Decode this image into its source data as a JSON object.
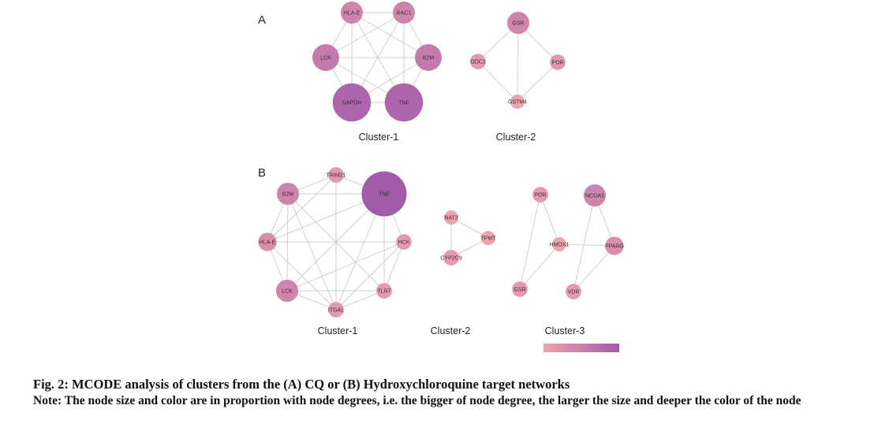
{
  "figure": {
    "panel_a_letter": "A",
    "panel_b_letter": "B",
    "clusters": [
      {
        "id": "A1",
        "label": "Cluster-1",
        "nodes": [
          {
            "id": "HLA-E",
            "degree": 5
          },
          {
            "id": "RAC1",
            "degree": 5
          },
          {
            "id": "LCK",
            "degree": 6
          },
          {
            "id": "B2M",
            "degree": 6
          },
          {
            "id": "GAPDH",
            "degree": 8
          },
          {
            "id": "TNF",
            "degree": 8
          }
        ],
        "edges": [
          [
            "HLA-E",
            "RAC1"
          ],
          [
            "HLA-E",
            "LCK"
          ],
          [
            "HLA-E",
            "B2M"
          ],
          [
            "HLA-E",
            "GAPDH"
          ],
          [
            "HLA-E",
            "TNF"
          ],
          [
            "RAC1",
            "LCK"
          ],
          [
            "RAC1",
            "B2M"
          ],
          [
            "RAC1",
            "GAPDH"
          ],
          [
            "RAC1",
            "TNF"
          ],
          [
            "LCK",
            "B2M"
          ],
          [
            "LCK",
            "GAPDH"
          ],
          [
            "LCK",
            "TNF"
          ],
          [
            "B2M",
            "GAPDH"
          ],
          [
            "B2M",
            "TNF"
          ],
          [
            "GAPDH",
            "TNF"
          ]
        ]
      },
      {
        "id": "A2",
        "label": "Cluster-2",
        "nodes": [
          {
            "id": "GSR",
            "degree": 5
          },
          {
            "id": "ODC1",
            "degree": 3
          },
          {
            "id": "POR",
            "degree": 3
          },
          {
            "id": "GSTM4",
            "degree": 2
          }
        ],
        "edges": [
          [
            "GSR",
            "ODC1"
          ],
          [
            "GSR",
            "POR"
          ],
          [
            "GSR",
            "GSTM4"
          ],
          [
            "ODC1",
            "GSTM4"
          ],
          [
            "POR",
            "GSTM4"
          ]
        ]
      },
      {
        "id": "B1",
        "label": "Cluster-1",
        "nodes": [
          {
            "id": "TRIM21",
            "degree": 3
          },
          {
            "id": "TNF",
            "degree": 9
          },
          {
            "id": "B2M",
            "degree": 5
          },
          {
            "id": "HLA-E",
            "degree": 4
          },
          {
            "id": "HCK",
            "degree": 3
          },
          {
            "id": "LCK",
            "degree": 5
          },
          {
            "id": "TLR7",
            "degree": 3
          },
          {
            "id": "ITGAL",
            "degree": 3
          }
        ],
        "edges": [
          [
            "TRIM21",
            "B2M"
          ],
          [
            "TRIM21",
            "TNF"
          ],
          [
            "TRIM21",
            "ITGAL"
          ],
          [
            "TRIM21",
            "HLA-E"
          ],
          [
            "TNF",
            "B2M"
          ],
          [
            "TNF",
            "HCK"
          ],
          [
            "TNF",
            "LCK"
          ],
          [
            "TNF",
            "TLR7"
          ],
          [
            "TNF",
            "ITGAL"
          ],
          [
            "TNF",
            "HLA-E"
          ],
          [
            "B2M",
            "HLA-E"
          ],
          [
            "B2M",
            "LCK"
          ],
          [
            "B2M",
            "TLR7"
          ],
          [
            "B2M",
            "ITGAL"
          ],
          [
            "HLA-E",
            "LCK"
          ],
          [
            "HLA-E",
            "ITGAL"
          ],
          [
            "HLA-E",
            "HCK"
          ],
          [
            "LCK",
            "ITGAL"
          ],
          [
            "LCK",
            "HCK"
          ],
          [
            "LCK",
            "TLR7"
          ],
          [
            "ITGAL",
            "TLR7"
          ],
          [
            "ITGAL",
            "HCK"
          ],
          [
            "HCK",
            "TLR7"
          ]
        ]
      },
      {
        "id": "B2",
        "label": "Cluster-2",
        "nodes": [
          {
            "id": "NAT2",
            "degree": 2
          },
          {
            "id": "TPMT",
            "degree": 2
          },
          {
            "id": "CYP2C9",
            "degree": 3
          }
        ],
        "edges": [
          [
            "NAT2",
            "TPMT"
          ],
          [
            "NAT2",
            "CYP2C9"
          ],
          [
            "TPMT",
            "CYP2C9"
          ]
        ]
      },
      {
        "id": "B3",
        "label": "Cluster-3",
        "nodes": [
          {
            "id": "POR",
            "degree": 3
          },
          {
            "id": "NCOA1",
            "degree": 5
          },
          {
            "id": "HMOX1",
            "degree": 2
          },
          {
            "id": "PPARG",
            "degree": 4
          },
          {
            "id": "GSR",
            "degree": 3
          },
          {
            "id": "VDR",
            "degree": 3
          }
        ],
        "edges": [
          [
            "POR",
            "HMOX1"
          ],
          [
            "POR",
            "GSR"
          ],
          [
            "NCOA1",
            "PPARG"
          ],
          [
            "NCOA1",
            "VDR"
          ],
          [
            "HMOX1",
            "PPARG"
          ],
          [
            "HMOX1",
            "GSR"
          ],
          [
            "PPARG",
            "VDR"
          ]
        ]
      }
    ],
    "color_scale": {
      "low": "#f0a3ad",
      "high": "#a25bab"
    }
  },
  "caption": {
    "title": "Fig. 2: MCODE analysis of clusters from the (A) CQ or (B) Hydroxychloroquine target networks",
    "note": "Note: The node size and color are in proportion with node degrees, i.e. the bigger of node degree, the larger the size and deeper the color of the node"
  }
}
